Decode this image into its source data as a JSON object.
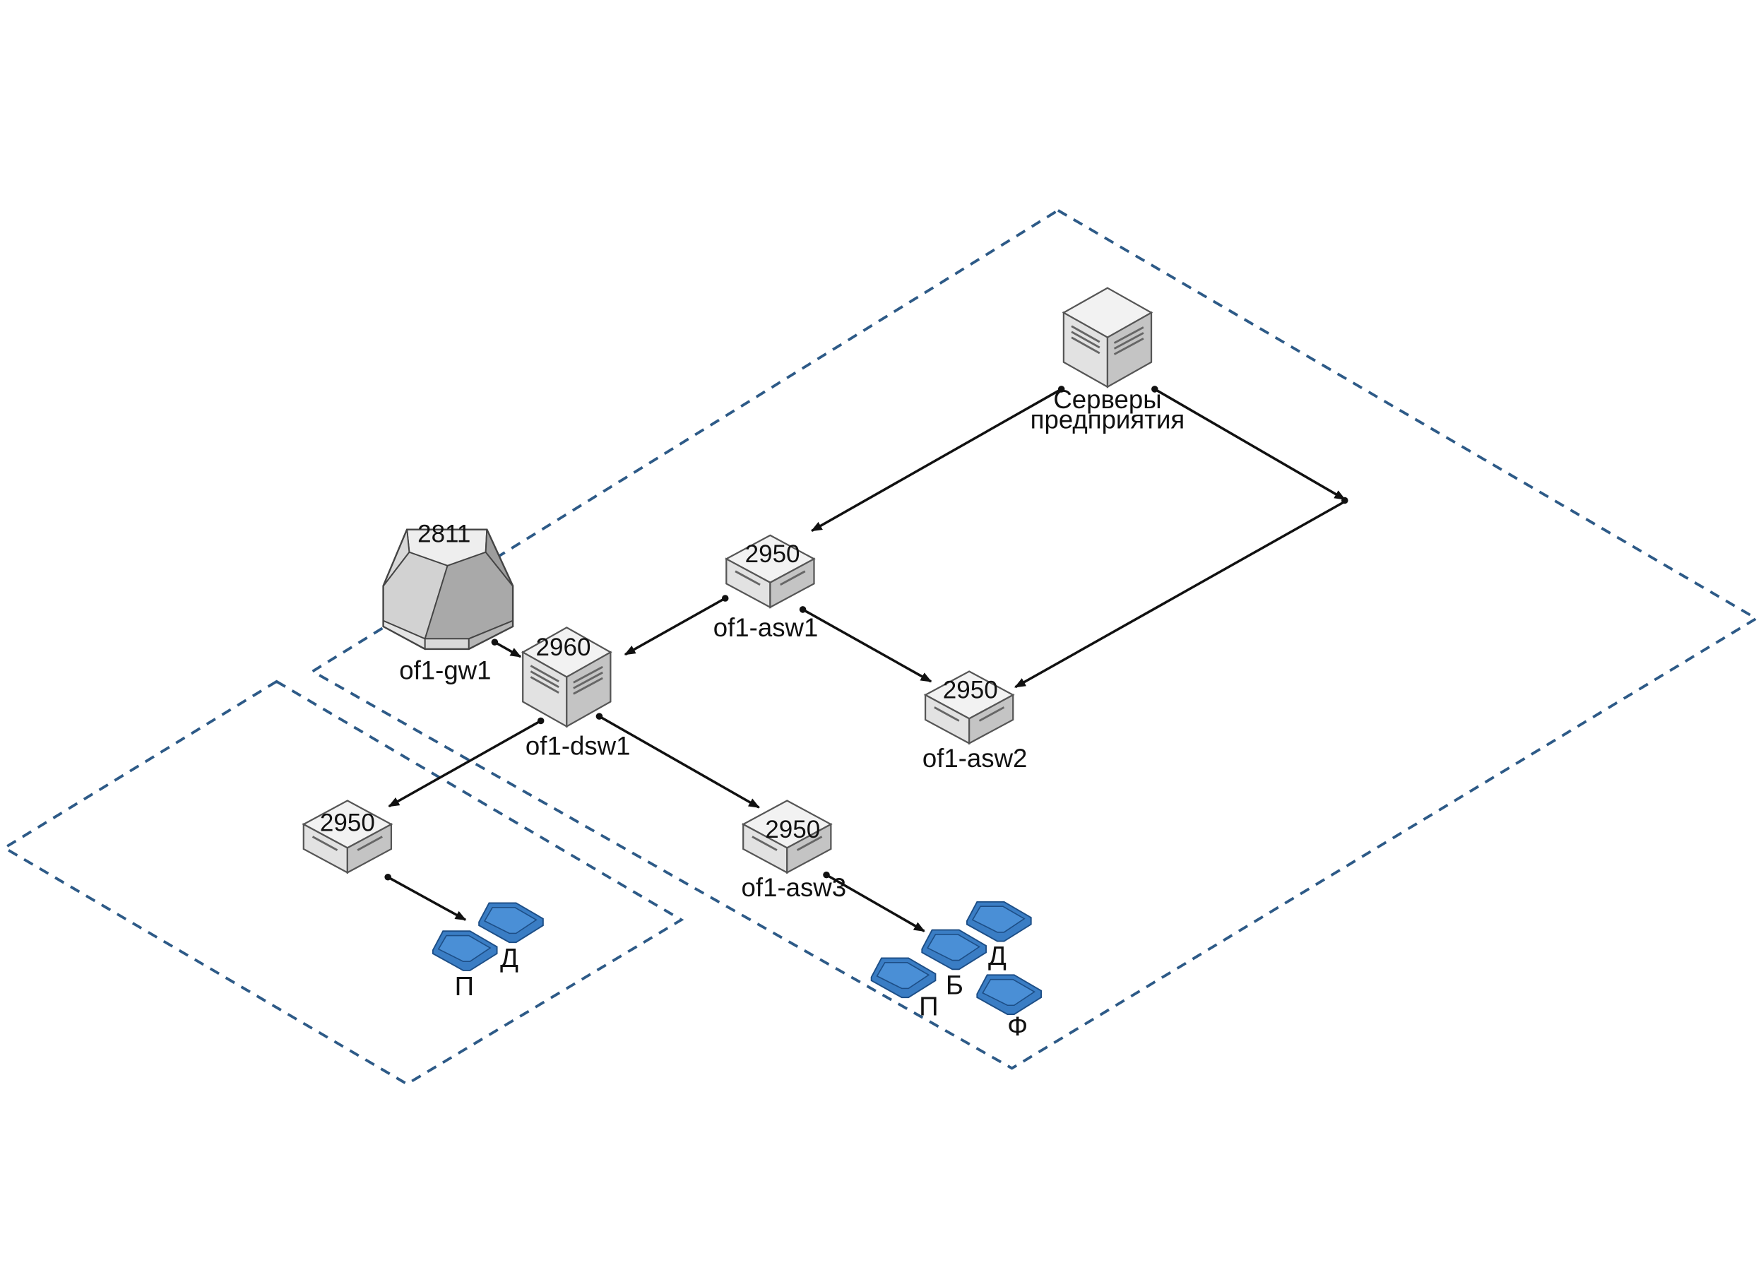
{
  "colors": {
    "zone_border": "#2d5a87",
    "link": "#111111",
    "device_top": "#f2f2f2",
    "device_left": "#e2e2e2",
    "device_right": "#c4c4c4",
    "device_edge": "#555555",
    "pc_fill": "#3a7dc4",
    "pc_top": "#4a8fd6",
    "pc_edge": "#1d4e86"
  },
  "zones": [
    {
      "id": "main-zone",
      "style": "dashed"
    },
    {
      "id": "left-zone",
      "style": "dashed"
    }
  ],
  "devices": {
    "router": {
      "name": "of1-gw1",
      "model": "2811",
      "icon": "router-icon"
    },
    "server": {
      "name": "Серверы",
      "name_line2": "предприятия",
      "icon": "server-icon"
    },
    "dsw1": {
      "name": "of1-dsw1",
      "model": "2960",
      "icon": "switch-cube-icon"
    },
    "asw1": {
      "name": "of1-asw1",
      "model": "2950",
      "icon": "switch-icon"
    },
    "asw2": {
      "name": "of1-asw2",
      "model": "2950",
      "icon": "switch-icon"
    },
    "asw3": {
      "name": "of1-asw3",
      "model": "2950",
      "icon": "switch-icon"
    },
    "asw_left": {
      "name": "",
      "model": "2950",
      "icon": "switch-icon"
    }
  },
  "workstations": {
    "left_p": "П",
    "left_d": "Д",
    "right_d": "Д",
    "right_b": "Б",
    "right_p": "П",
    "right_f": "Ф"
  },
  "links": [
    {
      "from": "Серверы предприятия",
      "to": "of1-asw1"
    },
    {
      "from": "Серверы предприятия",
      "to": "of1-asw2"
    },
    {
      "from": "of1-gw1",
      "to": "of1-dsw1"
    },
    {
      "from": "of1-asw1",
      "to": "of1-dsw1"
    },
    {
      "from": "of1-asw1",
      "to": "of1-asw2"
    },
    {
      "from": "of1-dsw1",
      "to": "2950"
    },
    {
      "from": "of1-dsw1",
      "to": "of1-asw3"
    },
    {
      "from": "2950",
      "to": "П/Д"
    },
    {
      "from": "of1-asw3",
      "to": "Д/Б/П/Ф"
    }
  ]
}
